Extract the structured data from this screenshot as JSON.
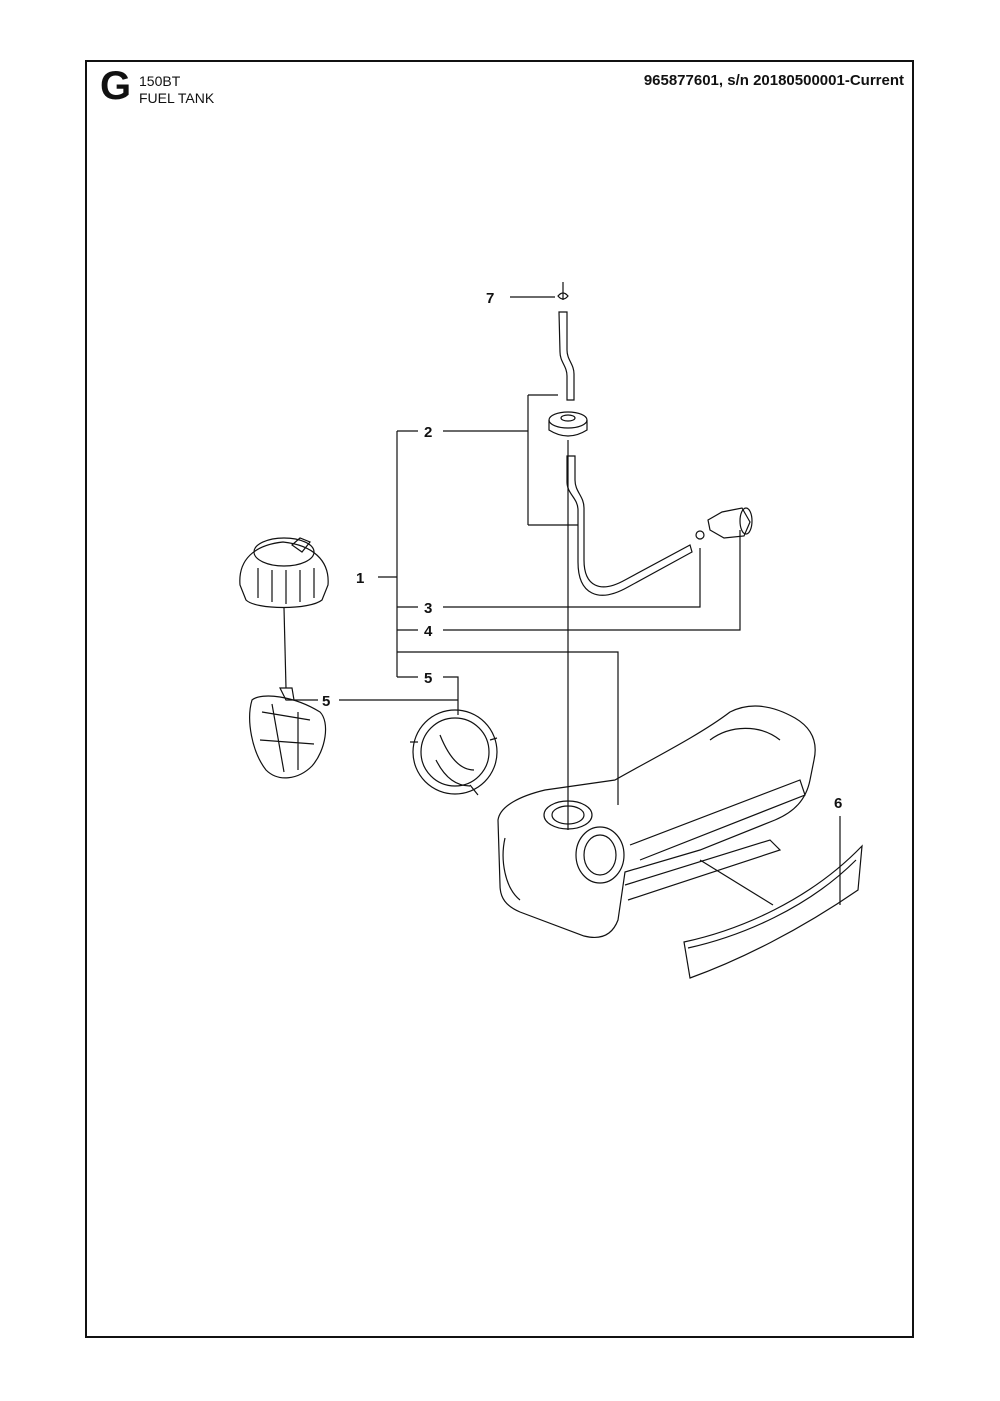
{
  "header": {
    "section_letter": "G",
    "model": "150BT",
    "title": "FUEL TANK",
    "serial": "965877601, s/n 20180500001-Current"
  },
  "callouts": {
    "c1": "1",
    "c2": "2",
    "c3": "3",
    "c4": "4",
    "c5_left": "5",
    "c5_right": "5",
    "c6": "6",
    "c7": "7"
  }
}
